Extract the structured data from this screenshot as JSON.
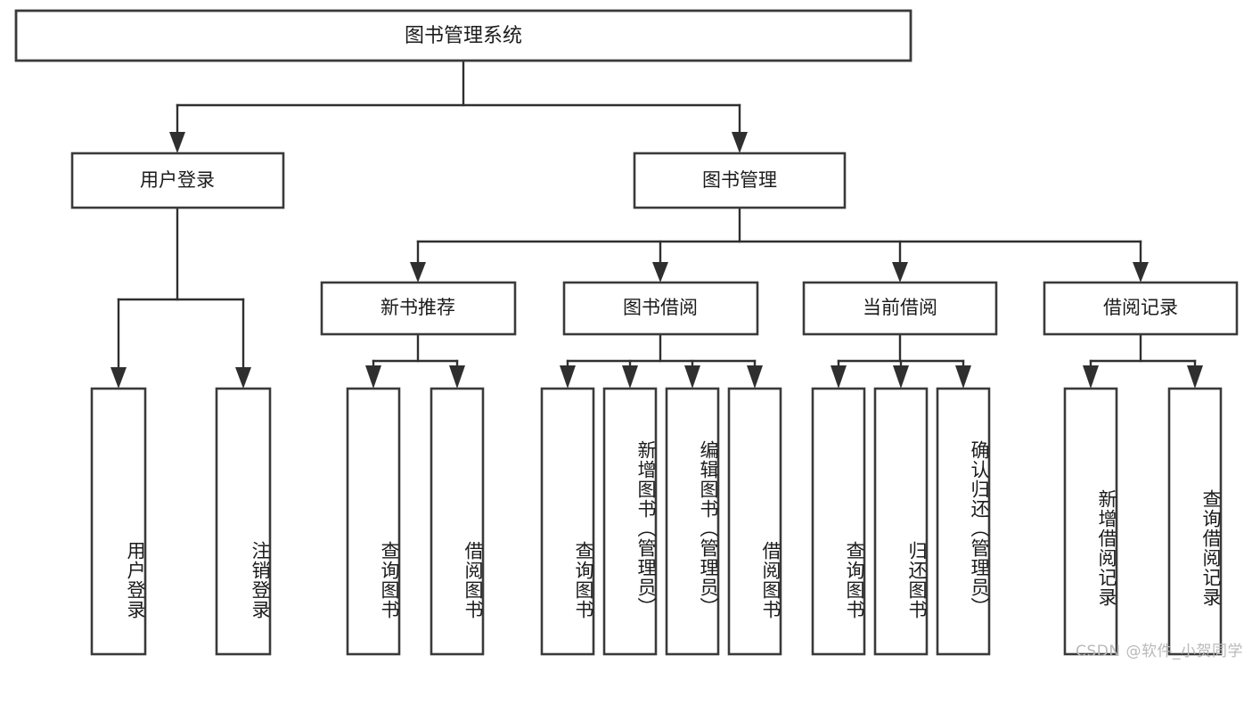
{
  "diagram": {
    "title": "图书管理系统",
    "type": "tree",
    "watermark": "CSDN @软件_小贺同学",
    "root": {
      "id": "root",
      "label": "图书管理系统"
    },
    "level2": [
      {
        "id": "user-login",
        "label": "用户登录"
      },
      {
        "id": "book-manage",
        "label": "图书管理"
      }
    ],
    "level3": [
      {
        "id": "new-book-recommend",
        "label": "新书推荐",
        "parent": "book-manage"
      },
      {
        "id": "book-borrow",
        "label": "图书借阅",
        "parent": "book-manage"
      },
      {
        "id": "current-borrow",
        "label": "当前借阅",
        "parent": "book-manage"
      },
      {
        "id": "borrow-record",
        "label": "借阅记录",
        "parent": "book-manage"
      }
    ],
    "leaves": [
      {
        "id": "leaf-user-login",
        "label": "用户登录",
        "parent": "user-login"
      },
      {
        "id": "leaf-user-logout",
        "label": "注销登录",
        "parent": "user-login"
      },
      {
        "id": "leaf-query-book-1",
        "label": "查询图书",
        "parent": "new-book-recommend"
      },
      {
        "id": "leaf-borrow-book-1",
        "label": "借阅图书",
        "parent": "new-book-recommend"
      },
      {
        "id": "leaf-query-book-2",
        "label": "查询图书",
        "parent": "book-borrow"
      },
      {
        "id": "leaf-add-book",
        "label": "新增图书（管理员）",
        "parent": "book-borrow"
      },
      {
        "id": "leaf-edit-book",
        "label": "编辑图书（管理员）",
        "parent": "book-borrow"
      },
      {
        "id": "leaf-borrow-book-2",
        "label": "借阅图书",
        "parent": "book-borrow"
      },
      {
        "id": "leaf-query-book-3",
        "label": "查询图书",
        "parent": "current-borrow"
      },
      {
        "id": "leaf-return-book",
        "label": "归还图书",
        "parent": "current-borrow"
      },
      {
        "id": "leaf-confirm-return",
        "label": "确认归还（管理员）",
        "parent": "current-borrow"
      },
      {
        "id": "leaf-add-record",
        "label": "新增借阅记录",
        "parent": "borrow-record"
      },
      {
        "id": "leaf-query-record",
        "label": "查询借阅记录",
        "parent": "borrow-record"
      }
    ],
    "colors": {
      "box_stroke": "#3a3a3a",
      "connector": "#2f2f2f",
      "text": "#1b1b1b",
      "background": "#ffffff",
      "watermark": "#b9b9b9"
    }
  }
}
